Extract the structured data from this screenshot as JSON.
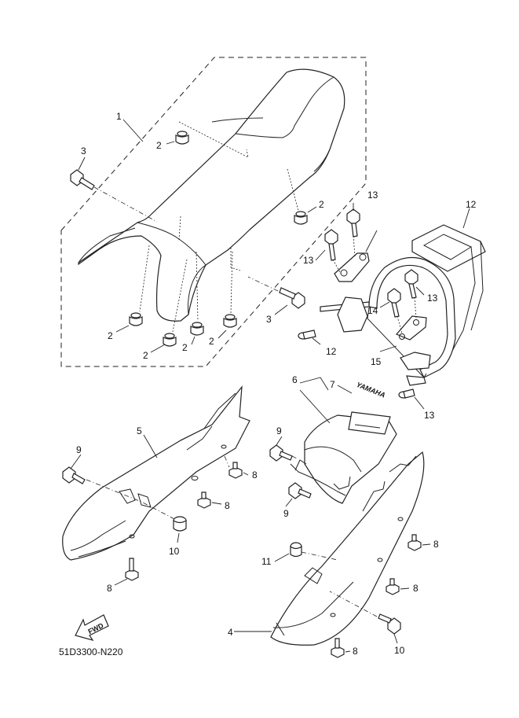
{
  "diagram": {
    "drawing_code": "51D3300-N220",
    "fwd_label": "FWD",
    "emblem_text": "YAMAHA",
    "colors": {
      "line": "#222222",
      "background": "#ffffff"
    },
    "callouts": [
      {
        "id": "1",
        "text": "1"
      },
      {
        "id": "2a",
        "text": "2"
      },
      {
        "id": "2b",
        "text": "2"
      },
      {
        "id": "2c",
        "text": "2"
      },
      {
        "id": "2d",
        "text": "2"
      },
      {
        "id": "2e",
        "text": "2"
      },
      {
        "id": "2f",
        "text": "2"
      },
      {
        "id": "3a",
        "text": "3"
      },
      {
        "id": "3b",
        "text": "3"
      },
      {
        "id": "4",
        "text": "4"
      },
      {
        "id": "5",
        "text": "5"
      },
      {
        "id": "6",
        "text": "6"
      },
      {
        "id": "7",
        "text": "7"
      },
      {
        "id": "8a",
        "text": "8"
      },
      {
        "id": "8b",
        "text": "8"
      },
      {
        "id": "8c",
        "text": "8"
      },
      {
        "id": "8d",
        "text": "8"
      },
      {
        "id": "8e",
        "text": "8"
      },
      {
        "id": "8f",
        "text": "8"
      },
      {
        "id": "9a",
        "text": "9"
      },
      {
        "id": "9b",
        "text": "9"
      },
      {
        "id": "9c",
        "text": "9"
      },
      {
        "id": "10a",
        "text": "10"
      },
      {
        "id": "10b",
        "text": "10"
      },
      {
        "id": "11",
        "text": "11"
      },
      {
        "id": "12a",
        "text": "12"
      },
      {
        "id": "12b",
        "text": "12"
      },
      {
        "id": "13a",
        "text": "13"
      },
      {
        "id": "13b",
        "text": "13"
      },
      {
        "id": "13c",
        "text": "13"
      },
      {
        "id": "13d",
        "text": "13"
      },
      {
        "id": "14",
        "text": "14"
      },
      {
        "id": "15",
        "text": "15"
      }
    ]
  }
}
